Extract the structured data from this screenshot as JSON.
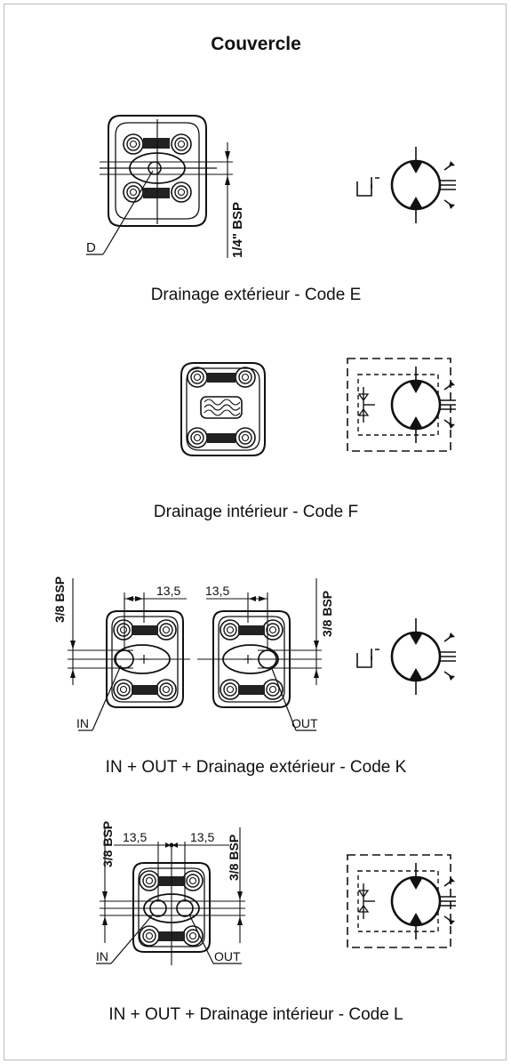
{
  "title": "Couvercle",
  "sections": [
    {
      "caption": "Drainage extérieur - Code E",
      "labels": {
        "port": "D",
        "thread": "1/4\" BSP"
      }
    },
    {
      "caption": "Drainage intérieur - Code F"
    },
    {
      "caption": "IN + OUT + Drainage extérieur - Code K",
      "labels": {
        "in": "IN",
        "out": "OUT",
        "thread_left": "3/8 BSP",
        "thread_right": "3/8 BSP",
        "dim_left": "13,5",
        "dim_right": "13,5"
      }
    },
    {
      "caption": "IN + OUT + Drainage intérieur - Code L",
      "labels": {
        "in": "IN",
        "out": "OUT",
        "thread_left": "3/8 BSP",
        "thread_right": "3/8 BSP",
        "dim_left": "13,5",
        "dim_right": "13,5"
      }
    }
  ]
}
